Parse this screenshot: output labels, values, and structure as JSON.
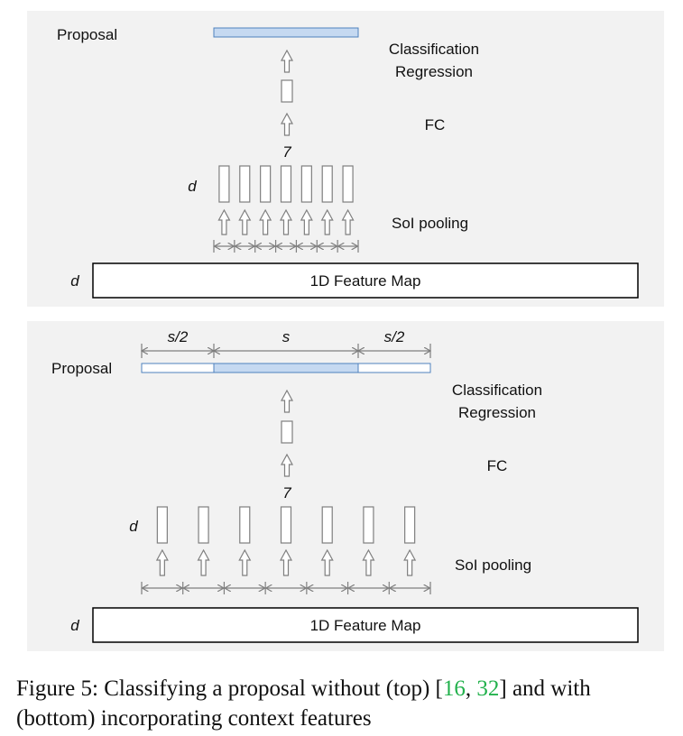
{
  "top_panel": {
    "proposal_label": "Proposal",
    "classification_label": "Classification",
    "regression_label": "Regression",
    "fc_label": "FC",
    "count_label": "7",
    "dim_label": "d",
    "soi_label": "SoI pooling",
    "feature_dim_label": "d",
    "feature_map_label": "1D Feature Map"
  },
  "bottom_panel": {
    "left_context_label": "s/2",
    "center_label": "s",
    "right_context_label": "s/2",
    "proposal_label": "Proposal",
    "classification_label": "Classification",
    "regression_label": "Regression",
    "fc_label": "FC",
    "count_label": "7",
    "dim_label": "d",
    "soi_label": "SoI pooling",
    "feature_dim_label": "d",
    "feature_map_label": "1D Feature Map"
  },
  "caption": {
    "prefix": "Figure 5: ",
    "text_1": "Classifying a proposal without (top) [",
    "ref_1": "16",
    "sep": ", ",
    "ref_2": "32",
    "text_2": "] and with (bottom) incorporating context features"
  },
  "colors": {
    "panel_bg": "#f2f2f2",
    "proposal_fill": "#c5d9f1",
    "proposal_stroke": "#4f81bd",
    "arrow_stroke": "#7f7f7f",
    "reference": "#22b14c"
  },
  "icons": {
    "up_arrow": "up-arrow-icon",
    "dimension_arrow": "double-headed-arrow-icon"
  }
}
